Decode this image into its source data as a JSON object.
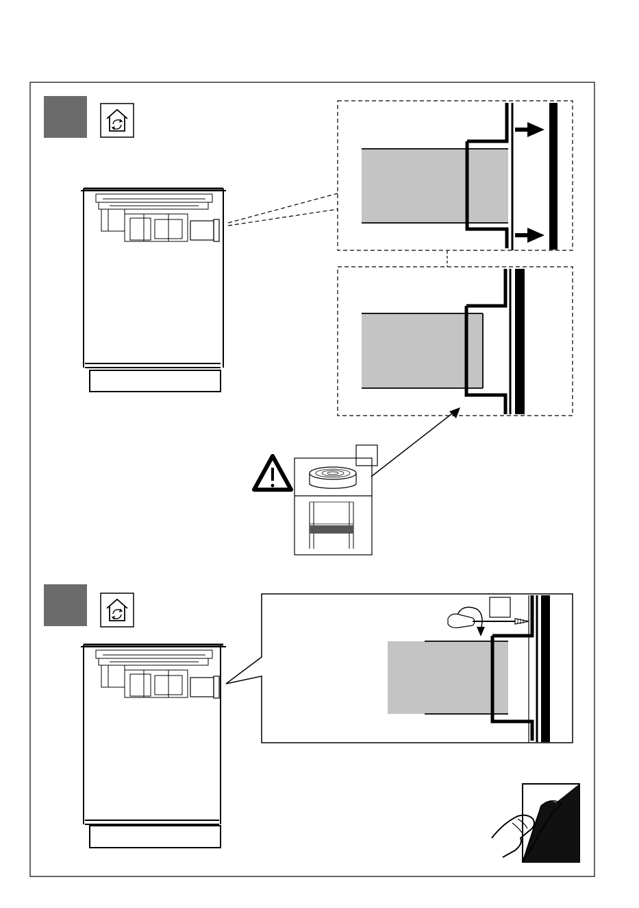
{
  "document": {
    "type": "installation-instruction-page",
    "steps": [
      {
        "id": "step-1",
        "step_number": "",
        "icon": "air-recirculation-house-icon",
        "detail_views": [
          "duct-push-toward-wall",
          "duct-sealed-against-wall"
        ],
        "warning": {
          "icon": "warning-triangle-icon",
          "part": "sealing-tape-roll",
          "part_number": "",
          "usage": "tape-wrapped-around-duct"
        }
      },
      {
        "id": "step-2",
        "step_number": "",
        "icon": "air-recirculation-house-icon",
        "detail_view": "duct-screw-fixing",
        "part_number": "",
        "tool": "screwdriver-icon"
      }
    ],
    "footer": {
      "icon": "turn-page-icon"
    }
  },
  "colors": {
    "line": "#000000",
    "step_box": "#6b6b6b",
    "duct_fill": "#c4c4c4",
    "sealant_band": "#555555",
    "background": "#ffffff"
  }
}
